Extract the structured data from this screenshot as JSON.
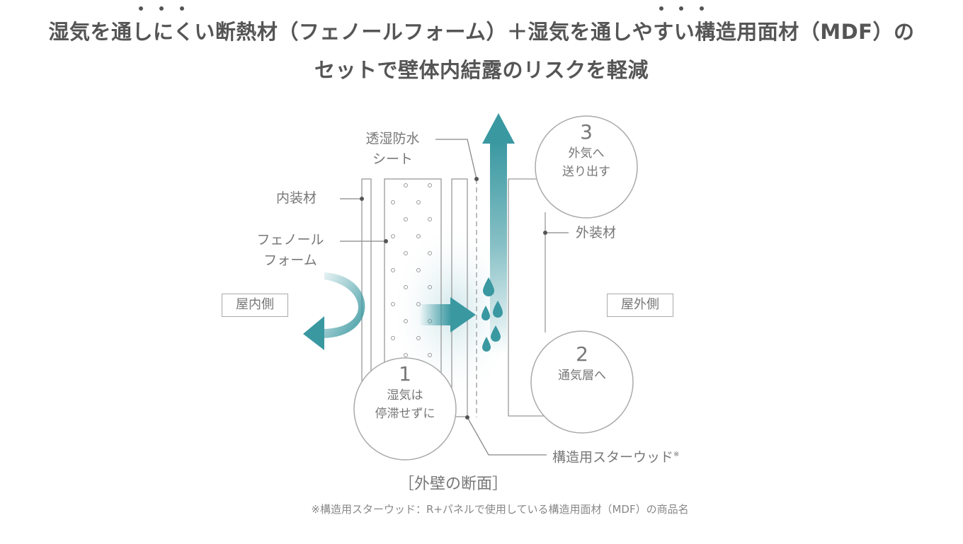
{
  "title": {
    "line1": "湿気を通しにくい断熱材（フェノールフォーム）＋湿気を通しやすい構造用面材（MDF）の",
    "line2": "セットで壁体内結露のリスクを軽減"
  },
  "labels": {
    "sheet_line1": "透湿防水",
    "sheet_line2": "シート",
    "interior_material": "内装材",
    "phenol_line1": "フェノール",
    "phenol_line2": "フォーム",
    "exterior_material": "外装材",
    "indoor_side": "屋内側",
    "outdoor_side": "屋外側",
    "starwood": "構造用スターウッド",
    "starwood_mark": "※"
  },
  "steps": [
    {
      "number": "1",
      "line1": "湿気は",
      "line2": "停滞せずに"
    },
    {
      "number": "2",
      "line1": "通気層へ"
    },
    {
      "number": "3",
      "line1": "外気へ",
      "line2": "送り出す"
    }
  ],
  "caption": "［外壁の断面］",
  "footnote": "※構造用スターウッド：R+パネルで使用している構造用面材（MDF）の商品名",
  "colors": {
    "accent": "#3a98a1",
    "line": "#999999",
    "text": "#666666"
  }
}
